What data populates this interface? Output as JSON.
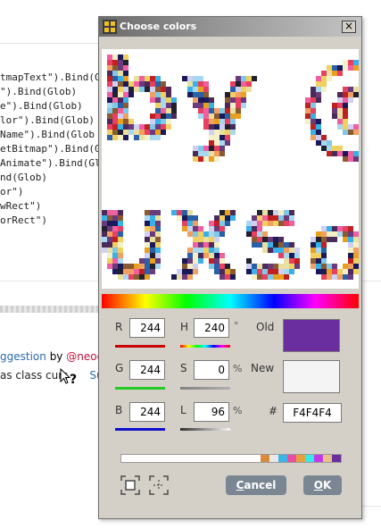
{
  "background": {
    "code_lines": [
      "tmapText\").Bind(G",
      "\").Bind(Glob)",
      "e\").Bind(Glob)",
      "lor\").Bind(Glob)",
      "Name\").Bind(Glob",
      "etBitmap\").Bind(G",
      "Animate\").Bind(Gl",
      "nd(Glob)",
      "or\")",
      "wRect\")",
      "orRect\")"
    ],
    "comment": {
      "link1": "ggestion",
      "by": "by",
      "user": "@neogr",
      "line2_prefix": "as class curs",
      "line2_link": "Sug"
    },
    "cursor_glyph": "?"
  },
  "dialog": {
    "title": "Choose colors",
    "close_label": "×",
    "fields": {
      "r_label": "R",
      "r_value": "244",
      "g_label": "G",
      "g_value": "244",
      "b_label": "B",
      "b_value": "244",
      "h_label": "H",
      "h_value": "240",
      "h_unit": "°",
      "s_label": "S",
      "s_value": "0",
      "s_unit": "%",
      "l_label": "L",
      "l_value": "96",
      "l_unit": "%"
    },
    "old_label": "Old",
    "new_label": "New",
    "hex_label": "#",
    "hex_value": "F4F4F4",
    "old_color": "#6a2e9e",
    "new_color": "#f4f4f4",
    "palette_colors": [
      "#d98a3a",
      "#e8e8e8",
      "#3ab5e8",
      "#e84da1",
      "#e8a13a",
      "#3ae8e8",
      "#c03ae8",
      "#e8c08a",
      "#6a2e9e"
    ],
    "cancel_label_u": "C",
    "cancel_label_rest": "ancel",
    "ok_label_u": "O",
    "ok_label_rest": "K",
    "preview_text_line1": "by @ne",
    "preview_text_line2": "UXSol."
  }
}
